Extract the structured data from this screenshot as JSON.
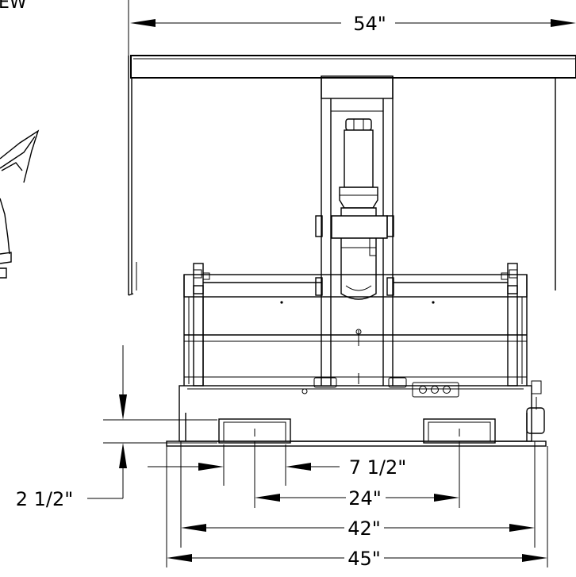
{
  "view_label": "EW",
  "dimensions": {
    "overall_width": "54\"",
    "bracket_width": "7 1/2\"",
    "pocket_spacing": "24\"",
    "inner_width": "42\"",
    "outer_width": "45\"",
    "pocket_height": "2 1/2\""
  }
}
